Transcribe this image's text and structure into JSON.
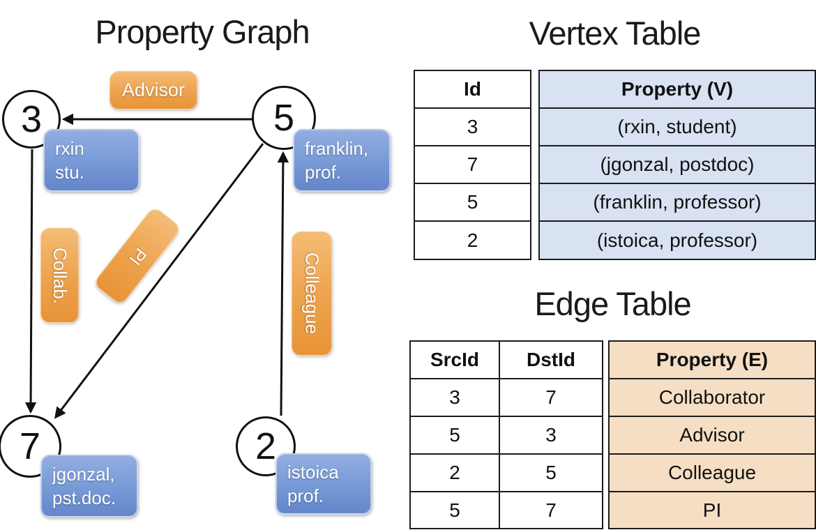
{
  "graph": {
    "title": "Property Graph",
    "nodes": {
      "n3": {
        "id": "3",
        "label_line1": "rxin",
        "label_line2": "stu."
      },
      "n5": {
        "id": "5",
        "label_line1": "franklin,",
        "label_line2": "prof."
      },
      "n7": {
        "id": "7",
        "label_line1": "jgonzal,",
        "label_line2": "pst.doc."
      },
      "n2": {
        "id": "2",
        "label_line1": "istoica",
        "label_line2": "prof."
      }
    },
    "edge_labels": {
      "advisor": "Advisor",
      "collab": "Collab.",
      "pi": "PI",
      "colleague": "Colleague"
    }
  },
  "vertex_table": {
    "title": "Vertex Table",
    "col_id": "Id",
    "col_property": "Property (V)",
    "rows": [
      {
        "id": "3",
        "property": "(rxin, student)"
      },
      {
        "id": "7",
        "property": "(jgonzal, postdoc)"
      },
      {
        "id": "5",
        "property": "(franklin, professor)"
      },
      {
        "id": "2",
        "property": "(istoica, professor)"
      }
    ]
  },
  "edge_table": {
    "title": "Edge Table",
    "col_src": "SrcId",
    "col_dst": "DstId",
    "col_property": "Property (E)",
    "rows": [
      {
        "src": "3",
        "dst": "7",
        "property": "Collaborator"
      },
      {
        "src": "5",
        "dst": "3",
        "property": "Advisor"
      },
      {
        "src": "2",
        "dst": "5",
        "property": "Colleague"
      },
      {
        "src": "5",
        "dst": "7",
        "property": "PI"
      }
    ]
  },
  "colors": {
    "edge_label_orange": "#EDA24C",
    "vertex_label_blue": "#7B9DD8",
    "vertex_property_fill": "#D9E2F3",
    "edge_property_fill": "#F5DEC3",
    "line_black": "#111111"
  }
}
